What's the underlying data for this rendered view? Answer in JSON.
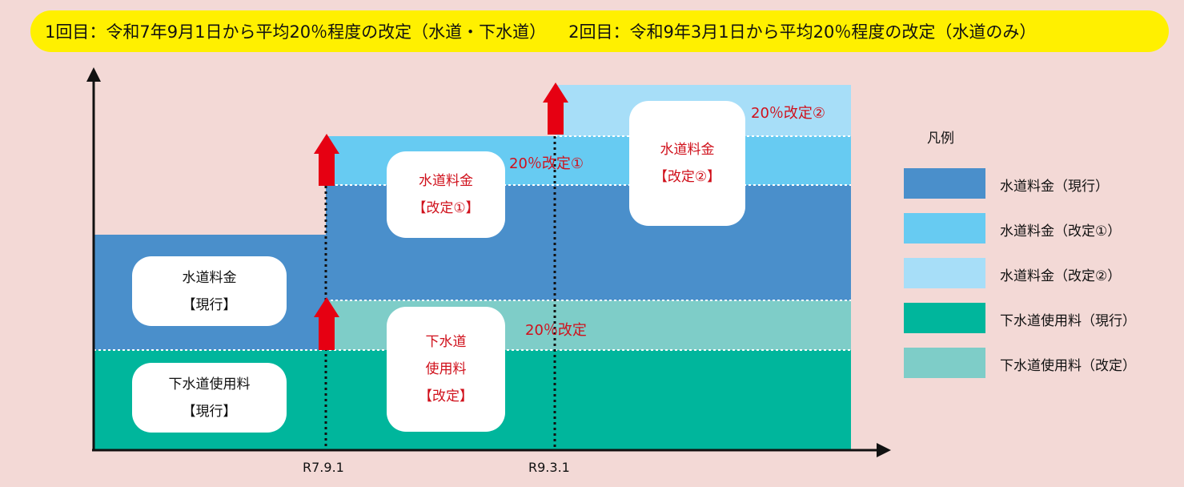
{
  "banner": {
    "first": "1回目：令和7年9月1日から平均20％程度の改定（水道・下水道）",
    "second": "2回目：令和9年3月1日から平均20％程度の改定（水道のみ）"
  },
  "diagram": {
    "water_current": {
      "title": "水道料金",
      "sub": "【現行】"
    },
    "sewer_current": {
      "title": "下水道使用料",
      "sub": "【現行】"
    },
    "water_rev1": {
      "title": "水道料金",
      "sub": "【改定①】"
    },
    "water_rev2": {
      "title": "水道料金",
      "sub": "【改定②】"
    },
    "sewer_rev": {
      "line1": "下水道",
      "line2": "使用料",
      "sub": "【改定】"
    },
    "pct_rev1": "20％改定①",
    "pct_rev2": "20％改定②",
    "pct_sewer": "20％改定",
    "tick1": "R7.9.1",
    "tick2": "R9.3.1"
  },
  "legend": {
    "title": "凡例",
    "items": [
      {
        "label": "水道料金（現行）",
        "color": "#4a8fcb"
      },
      {
        "label": "水道料金（改定①）",
        "color": "#67cbf2"
      },
      {
        "label": "水道料金（改定②）",
        "color": "#a7def8"
      },
      {
        "label": "下水道使用料（現行）",
        "color": "#00b69c"
      },
      {
        "label": "下水道使用料（改定）",
        "color": "#7ecdc8"
      }
    ]
  },
  "colors": {
    "water_current": "#4a8fcb",
    "water_rev1": "#67cbf2",
    "water_rev2": "#a7def8",
    "sewer_current": "#00b69c",
    "sewer_rev": "#7ecdc8",
    "arrow": "#e60012"
  }
}
